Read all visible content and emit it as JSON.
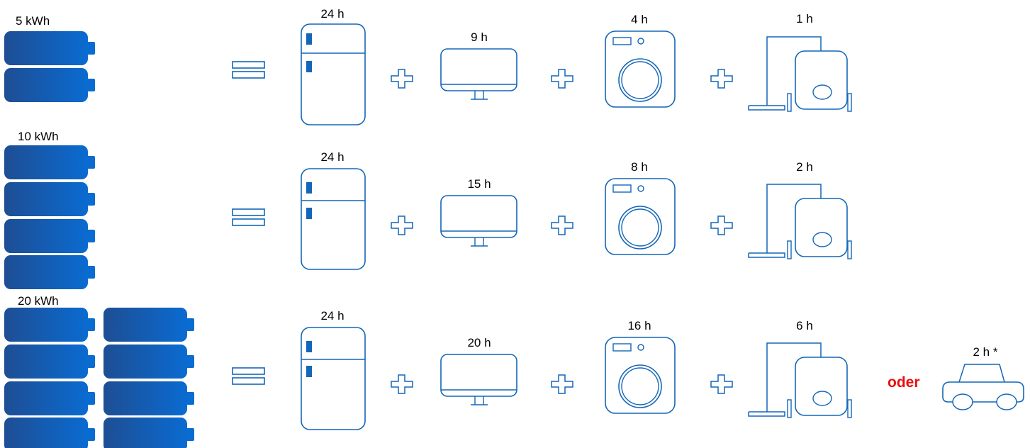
{
  "rows": [
    {
      "capacity": "5 kWh",
      "fridge": "24 h",
      "tv": "9 h",
      "washer": "4 h",
      "vacuum": "1 h"
    },
    {
      "capacity": "10 kWh",
      "fridge": "24 h",
      "tv": "15 h",
      "washer": "8 h",
      "vacuum": "2 h"
    },
    {
      "capacity": "20 kWh",
      "fridge": "24 h",
      "tv": "20 h",
      "washer": "16 h",
      "vacuum": "6 h",
      "or_label": "oder",
      "car": "2 h *"
    }
  ],
  "colors": {
    "battery_dark": "#1e4e94",
    "battery_light": "#0a6bd1",
    "icon_stroke": "#1467b8",
    "accent_red": "#e8100f"
  },
  "icons": [
    "battery-icon",
    "equals-icon",
    "plus-icon",
    "fridge-icon",
    "tv-icon",
    "washing-machine-icon",
    "vacuum-cleaner-icon",
    "car-icon"
  ]
}
